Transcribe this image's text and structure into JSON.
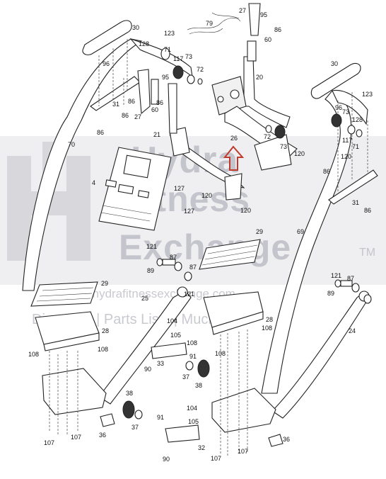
{
  "watermark": {
    "line1": "Hydra",
    "line2": "Fitness",
    "line3": "Exchange",
    "tm": "TM",
    "url": "www.hydrafitnessexchange.com",
    "tagline": "Diagrams | Parts Lists | Much More"
  },
  "labels": {
    "p4": "4",
    "p20": "20",
    "p21": "21",
    "p24": "24",
    "p25": "25",
    "p26": "26",
    "p27a": "27",
    "p27b": "27",
    "p28a": "28",
    "p28b": "28",
    "p29a": "29",
    "p29b": "29",
    "p30a": "30",
    "p30b": "30",
    "p31a": "31",
    "p31b": "31",
    "p32": "32",
    "p33": "33",
    "p36a": "36",
    "p36b": "36",
    "p37a": "37",
    "p37b": "37",
    "p38a": "38",
    "p38b": "38",
    "p60a": "60",
    "p60b": "60",
    "p69": "69",
    "p70": "70",
    "p71a": "71",
    "p71b": "71",
    "p72a": "72",
    "p72b": "72",
    "p73a": "73",
    "p73b": "73",
    "p73c": "73",
    "p79": "79",
    "p86a": "86",
    "p86b": "86",
    "p86c": "86",
    "p86d": "86",
    "p86e": "86",
    "p86f": "86",
    "p86g": "86",
    "p87a": "87",
    "p87b": "87",
    "p87c": "87",
    "p89a": "89",
    "p89b": "89",
    "p90a": "90",
    "p90b": "90",
    "p91a": "91",
    "p91b": "91",
    "p95a": "95",
    "p95b": "95",
    "p96a": "96",
    "p96b": "96",
    "p104a": "104",
    "p104b": "104",
    "p105a": "105",
    "p105b": "105",
    "p107a": "107",
    "p107b": "107",
    "p107c": "107",
    "p107d": "107",
    "p108a": "108",
    "p108b": "108",
    "p108c": "108",
    "p108d": "108",
    "p108e": "108",
    "p117a": "117",
    "p117b": "117",
    "p120a": "120",
    "p120b": "120",
    "p120c": "120",
    "p120d": "120",
    "p121a": "121",
    "p121b": "121",
    "p121c": "121",
    "p123a": "123",
    "p123b": "123",
    "p127a": "127",
    "p127b": "127",
    "p128a": "128",
    "p128b": "128"
  },
  "colors": {
    "arrow": "#c0392b",
    "line": "#222222",
    "watermark": "#c4c5cc"
  },
  "arrow_icon": "up-arrow-icon"
}
